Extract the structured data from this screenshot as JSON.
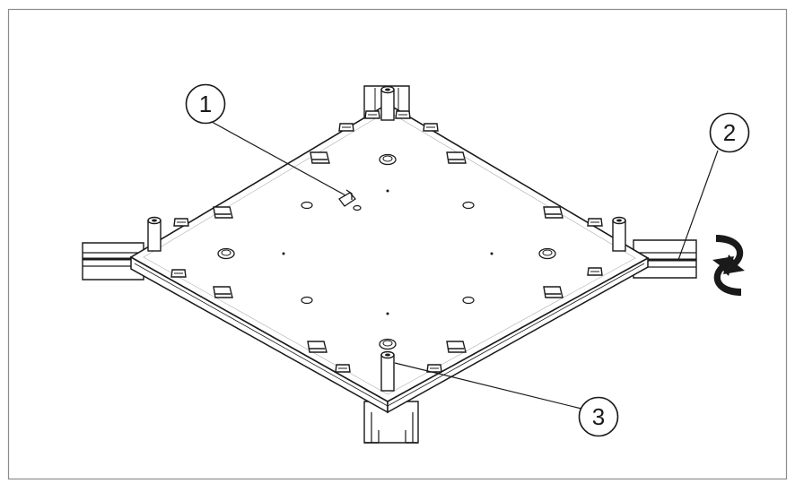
{
  "callouts": [
    {
      "number": "1",
      "target": "latch"
    },
    {
      "number": "2",
      "target": "rail-slot"
    },
    {
      "number": "3",
      "target": "corner-post"
    }
  ],
  "indicators": {
    "rotation_arrow": "curved-double-arrow-icon"
  },
  "colors": {
    "line": "#1a1a1a",
    "plate_fill": "#ffffff",
    "rail_shade": "#d9d9d9",
    "frame": "#8c8c8c"
  }
}
